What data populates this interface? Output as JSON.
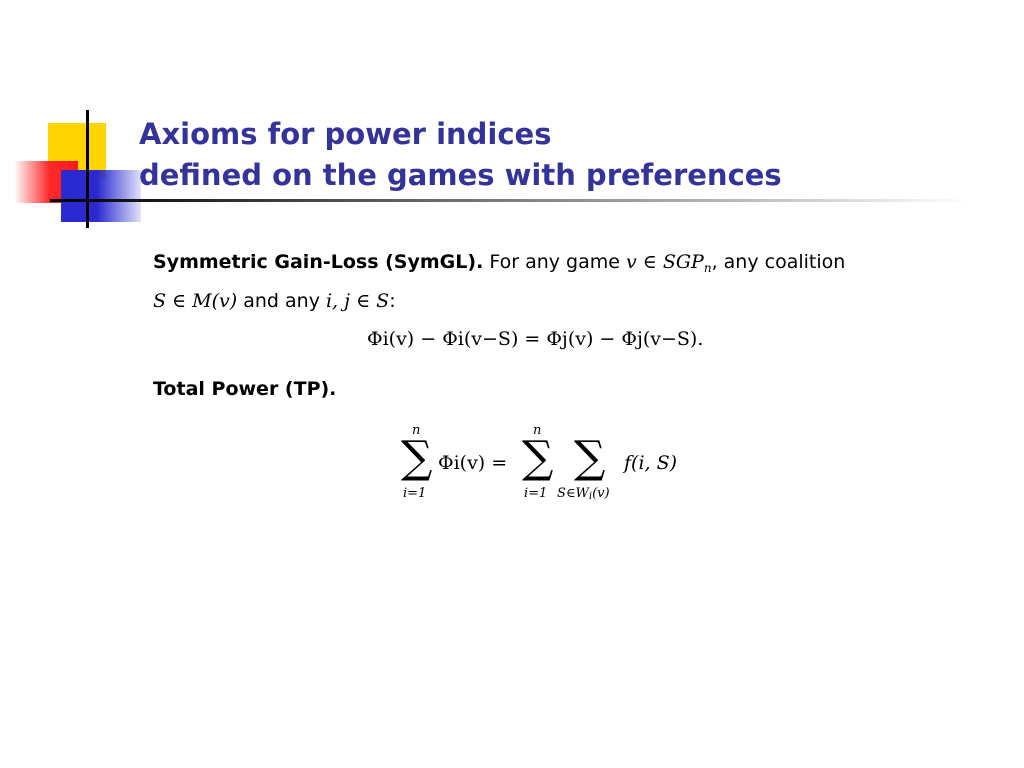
{
  "slide": {
    "title_line1": "Axioms for power indices",
    "title_line2": "defined on the games with preferences"
  },
  "symgl": {
    "label": "Symmetric Gain-Loss (SymGL).",
    "text1": " For any game ",
    "math1": "v ∈ SGP",
    "math1_sub": "n",
    "text2": ", any coalition",
    "math2": "S ∈ M(v)",
    "text3": " and any ",
    "math3": "i, j ∈ S",
    "text4": ":",
    "equation_left": "Φ",
    "equation": "Φi(v) − Φi(v−S) = Φj(v) − Φj(v−S)."
  },
  "tp": {
    "label": "Total Power (TP).",
    "sum1_top": "n",
    "sum1_bottom": "i=1",
    "sum2_top": "n",
    "sum2_bottom": "i=1",
    "sum3_bottom": "S∈W",
    "sum3_bottom_sub": "i",
    "sum3_bottom_tail": "(v)",
    "lhs": "Φi(v) =",
    "rhs": "f(i, S)"
  },
  "colors": {
    "title": "#333399",
    "accent_yellow": "#ffd400",
    "accent_red": "#ff2a2a",
    "accent_blue": "#2a2ad0"
  }
}
